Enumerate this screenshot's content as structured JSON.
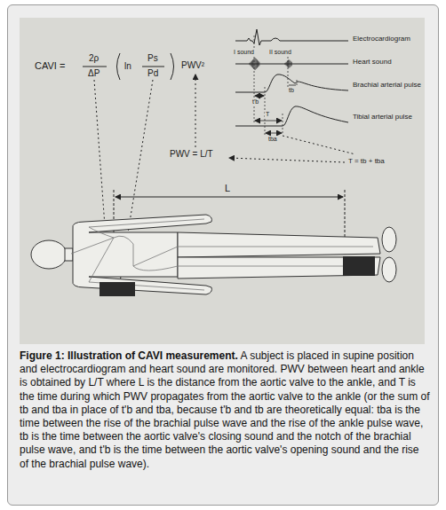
{
  "diagram": {
    "title": "Figure 1: Illustration of CAVI measurement.",
    "caption": "A subject is placed in supine position and electrocardiogram and heart sound are monitored. PWV between heart and ankle is obtained by L/T where L is the distance from the aortic valve to the ankle, and T is the time during which PWV propagates from the aortic valve to the ankle (or the sum of tb and tba in place of t'b and tba, because t'b and tb are theoretically equal: tba is the time between the rise of the brachial pulse wave and the rise of the ankle pulse wave, tb is the time between the aortic valve's closing sound and the notch of the brachial pulse wave, and t'b is the time between the aortic valve's opening sound and the rise of the brachial pulse wave).",
    "labels": [
      "CAVI =",
      "2ρ",
      "ΔP",
      "ln",
      "Ps",
      "Pd",
      "PWV²",
      "Electrocardiogram",
      "I sound",
      "II sound",
      "Heart sound",
      "t'b",
      "tb",
      "Brachial arterial pulse",
      "T",
      "tba",
      "Tibial arterial pulse",
      "PWV = L/T",
      "T = tb + tba",
      "L"
    ]
  }
}
